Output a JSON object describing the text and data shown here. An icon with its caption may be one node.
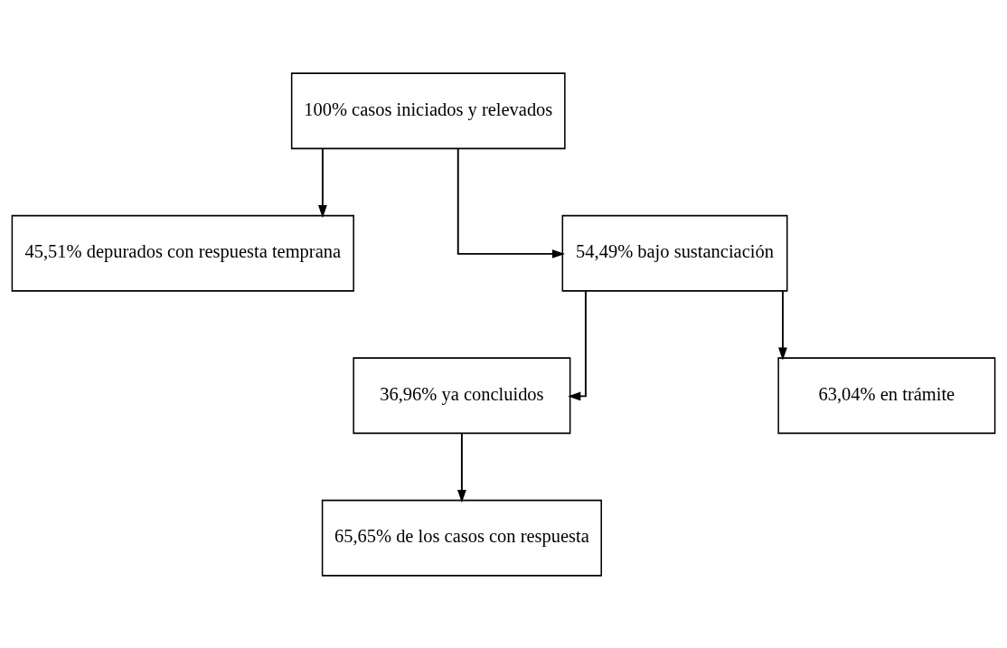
{
  "diagram": {
    "nodes": [
      {
        "text": [
          "100% casos iniciados y relevados"
        ]
      },
      {
        "text": [
          "45,51% depurados con respuesta temprana"
        ]
      },
      {
        "text": [
          "54,49% bajo sustanciación"
        ]
      },
      {
        "text": [
          "36,96% ya concluidos"
        ]
      },
      {
        "text": [
          "63,04% en trámite"
        ]
      },
      {
        "text": [
          "65,65% de los casos con respuesta"
        ]
      }
    ],
    "edges": [
      {
        "from": 0,
        "to": 1,
        "arrow": "to"
      },
      {
        "from": 0,
        "to": 2,
        "arrow": "to"
      },
      {
        "from": 2,
        "to": 3,
        "arrow": "to"
      },
      {
        "from": 2,
        "to": 4,
        "arrow": "to"
      },
      {
        "from": 3,
        "to": 5,
        "arrow": "to"
      }
    ]
  }
}
